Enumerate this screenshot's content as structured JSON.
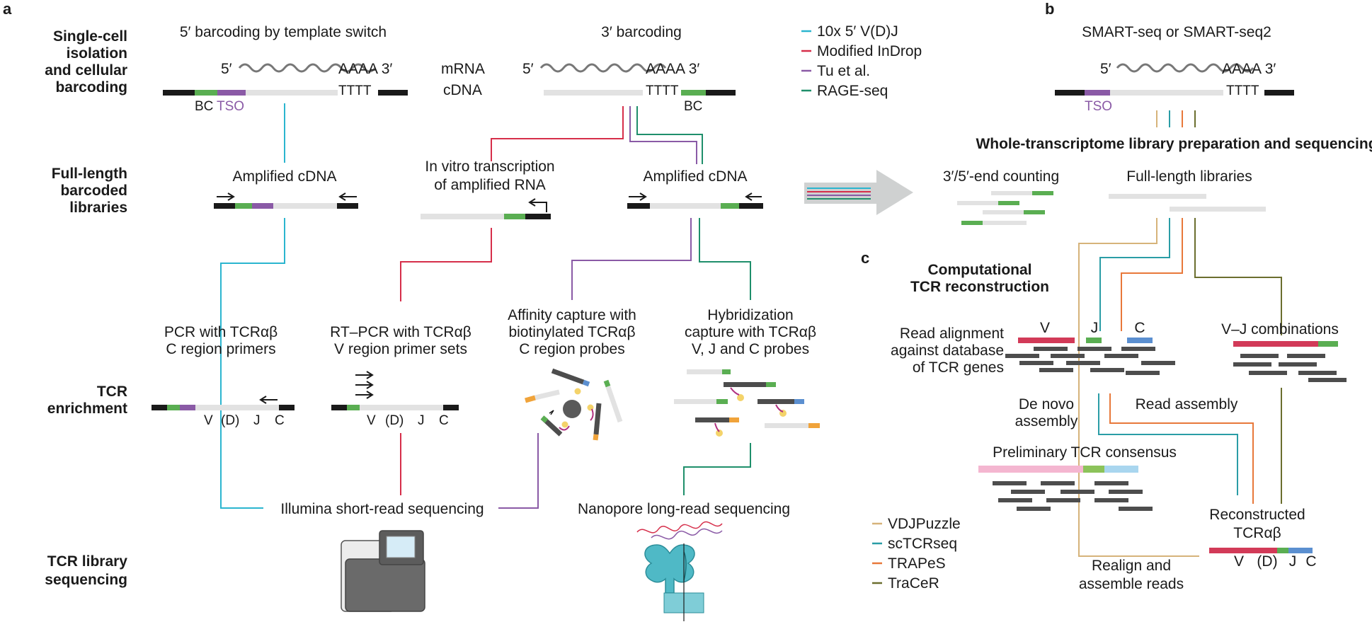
{
  "panels": {
    "a": "a",
    "b": "b",
    "c": "c"
  },
  "rows": {
    "isolation": [
      "Single-cell",
      "isolation",
      "and cellular",
      "barcoding"
    ],
    "libraries": [
      "Full-length",
      "barcoded",
      "libraries"
    ],
    "enrichment": [
      "TCR",
      "enrichment"
    ],
    "sequencing": [
      "TCR library",
      "sequencing"
    ]
  },
  "barcoding": {
    "template_switch_title": "5′ barcoding by template switch",
    "three_prime_title": "3′ barcoding",
    "five_prime": "5′",
    "polyA": "AAAA 3′",
    "polyT": "TTTT",
    "mrna": "mRNA",
    "cdna": "cDNA",
    "bc": "BC",
    "tso": "TSO"
  },
  "legend_methods": {
    "items": [
      {
        "label": "10x 5′ V(D)J",
        "color": "#2bb5cf"
      },
      {
        "label": "Modified InDrop",
        "color": "#d62e4a"
      },
      {
        "label": "Tu et al.",
        "color": "#8a5aa6"
      },
      {
        "label": "RAGE-seq",
        "color": "#1f8f6b"
      }
    ]
  },
  "libraries": {
    "amplified_cdna": "Amplified cDNA",
    "ivt": [
      "In vitro transcription",
      "of amplified RNA"
    ]
  },
  "enrichment": {
    "pcr": [
      "PCR with TCRαβ",
      "C region primers"
    ],
    "rtpcr": [
      "RT–PCR with TCRαβ",
      "V region primer sets"
    ],
    "affinity": [
      "Affinity capture with",
      "biotinylated TCRαβ",
      "C region probes"
    ],
    "hybrid": [
      "Hybridization",
      "capture with TCRαβ",
      "V, J and C probes"
    ],
    "segments": {
      "v": "V",
      "d": "(D)",
      "j": "J",
      "c": "C"
    }
  },
  "sequencing": {
    "illumina": "Illumina short-read sequencing",
    "nanopore": "Nanopore long-read sequencing"
  },
  "panel_b": {
    "title": "SMART-seq or SMART-seq2",
    "whole_transcriptome": "Whole-transcriptome library preparation and sequencing",
    "end_counting": "3′/5′-end counting",
    "full_length": "Full-length libraries"
  },
  "panel_c": {
    "title": [
      "Computational",
      "TCR reconstruction"
    ],
    "read_alignment": [
      "Read alignment",
      "against database",
      "of TCR genes"
    ],
    "vj_combinations": "V–J combinations",
    "de_novo": [
      "De novo",
      "assembly"
    ],
    "read_assembly": "Read assembly",
    "preliminary": "Preliminary TCR consensus",
    "reconstructed": [
      "Reconstructed",
      "TCRαβ"
    ],
    "realign": [
      "Realign and",
      "assemble reads"
    ]
  },
  "legend_tools": {
    "items": [
      {
        "label": "VDJPuzzle",
        "color": "#d6b37a"
      },
      {
        "label": "scTCRseq",
        "color": "#2a9da6"
      },
      {
        "label": "TRAPeS",
        "color": "#e8783a"
      },
      {
        "label": "TraCeR",
        "color": "#6b6e2e"
      }
    ]
  },
  "colors": {
    "bar_light": "#e2e2e2",
    "bar_dark": "#1a1a1a",
    "bc_green": "#5aae52",
    "tso_purple": "#8a5aa6",
    "v_red": "#d23a58",
    "c_blue": "#5b8fd0",
    "read_grey": "#4d4d4d",
    "pink": "#f4b6d0",
    "light_blue": "#a9d6ef",
    "orange": "#f0a33a",
    "bead_yellow": "#f4d36a",
    "nanopore_teal": "#4fb9c6"
  }
}
